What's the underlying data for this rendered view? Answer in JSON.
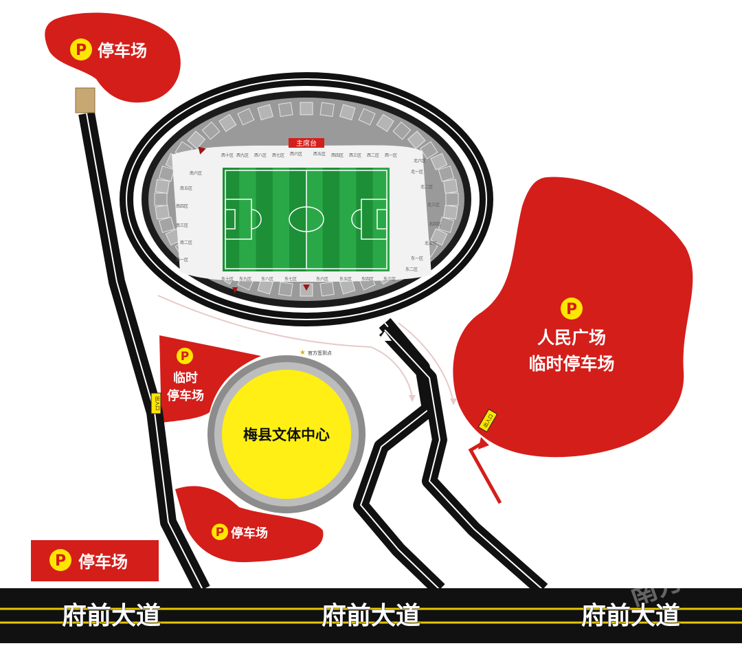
{
  "parking": {
    "badge_letter": "P",
    "top_left": "停车场",
    "right_line1": "人民广场",
    "right_line2": "临时停车场",
    "mid_left_line1": "临时",
    "mid_left_line2": "停车场",
    "lower_mid": "停车场",
    "bottom_left": "停车场"
  },
  "venue": {
    "center_name": "梅县文体中心",
    "main_stand": "主席台",
    "official_point": "官方签到点"
  },
  "entrances": {
    "left": "出入口",
    "right": "出入口"
  },
  "stadium_sections": {
    "west": [
      "西一区",
      "西二区",
      "西三区",
      "西四区",
      "西五区",
      "西六区",
      "西七区",
      "西八区",
      "西九区",
      "西十区"
    ],
    "east": [
      "东一区",
      "东二区",
      "东三区",
      "东四区",
      "东五区",
      "东六区",
      "东七区",
      "东八区",
      "东九区",
      "东十区"
    ],
    "north": [
      "北一区",
      "北二区",
      "北三区",
      "北四区",
      "北五区",
      "北六区"
    ],
    "south": [
      "南一区",
      "南二区",
      "南三区",
      "南四区",
      "南五区",
      "南六区"
    ]
  },
  "road": {
    "name": "府前大道"
  },
  "watermark": "南方"
}
